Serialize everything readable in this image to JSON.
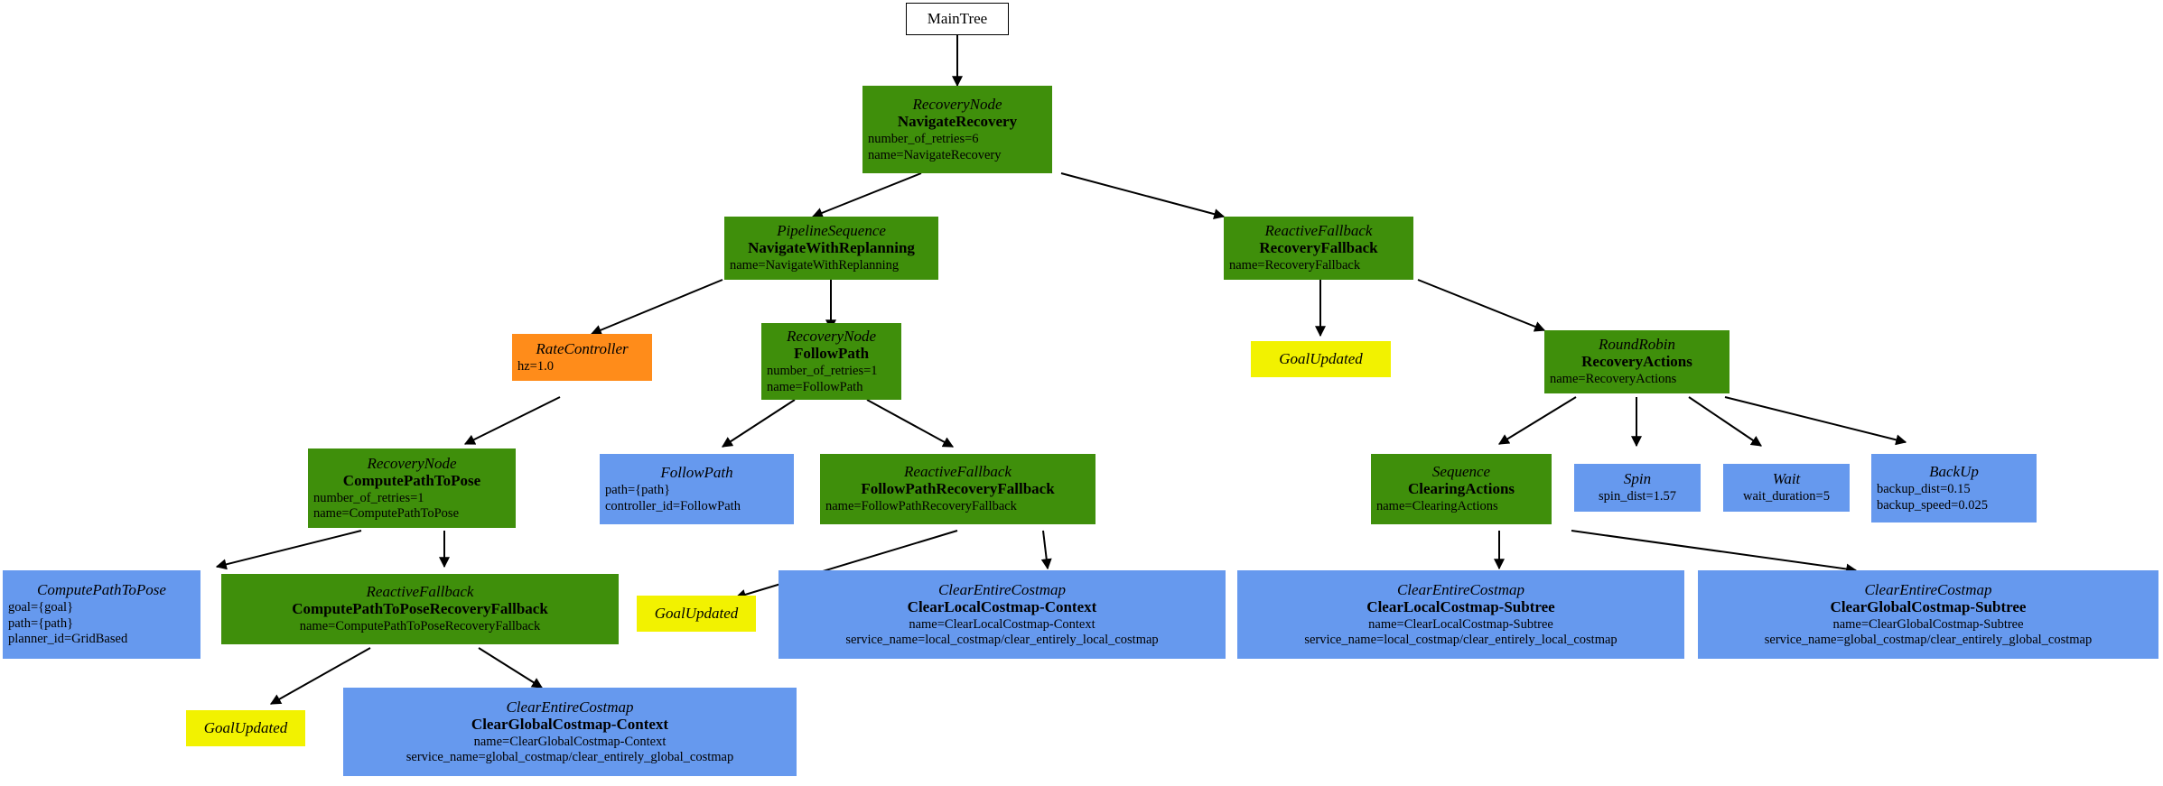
{
  "diagram": {
    "title": "Behavior Tree: MainTree",
    "colors": {
      "control_node": "#3f8f0b",
      "action_node": "#6699ee",
      "decorator_node": "#ff8c1a",
      "condition_node": "#f2f200",
      "root_node": "#ffffff",
      "edge": "#000000"
    }
  },
  "nodes": {
    "main_tree": {
      "label": "MainTree"
    },
    "navigate_recovery": {
      "type": "RecoveryNode",
      "name": "NavigateRecovery",
      "params": [
        "number_of_retries=6",
        "name=NavigateRecovery"
      ]
    },
    "navigate_with_replanning": {
      "type": "PipelineSequence",
      "name": "NavigateWithReplanning",
      "params": [
        "name=NavigateWithReplanning"
      ]
    },
    "recovery_fallback": {
      "type": "ReactiveFallback",
      "name": "RecoveryFallback",
      "params": [
        "name=RecoveryFallback"
      ]
    },
    "rate_controller": {
      "type": "RateController",
      "params": [
        "hz=1.0"
      ]
    },
    "follow_path_recovery_node": {
      "type": "RecoveryNode",
      "name": "FollowPath",
      "params": [
        "number_of_retries=1",
        "name=FollowPath"
      ]
    },
    "goal_updated_recovery": {
      "type": "GoalUpdated"
    },
    "recovery_actions": {
      "type": "RoundRobin",
      "name": "RecoveryActions",
      "params": [
        "name=RecoveryActions"
      ]
    },
    "compute_path_to_pose_recovery_node": {
      "type": "RecoveryNode",
      "name": "ComputePathToPose",
      "params": [
        "number_of_retries=1",
        "name=ComputePathToPose"
      ]
    },
    "follow_path_action": {
      "type": "FollowPath",
      "params": [
        "path={path}",
        "controller_id=FollowPath"
      ]
    },
    "follow_path_recovery_fallback": {
      "type": "ReactiveFallback",
      "name": "FollowPathRecoveryFallback",
      "params": [
        "name=FollowPathRecoveryFallback"
      ]
    },
    "clearing_actions": {
      "type": "Sequence",
      "name": "ClearingActions",
      "params": [
        "name=ClearingActions"
      ]
    },
    "spin": {
      "type": "Spin",
      "params": [
        "spin_dist=1.57"
      ]
    },
    "wait": {
      "type": "Wait",
      "params": [
        "wait_duration=5"
      ]
    },
    "backup": {
      "type": "BackUp",
      "params": [
        "backup_dist=0.15",
        "backup_speed=0.025"
      ]
    },
    "compute_path_to_pose_action": {
      "type": "ComputePathToPose",
      "params": [
        "goal={goal}",
        "path={path}",
        "planner_id=GridBased"
      ]
    },
    "compute_path_to_pose_recovery_fallback": {
      "type": "ReactiveFallback",
      "name": "ComputePathToPoseRecoveryFallback",
      "params": [
        "name=ComputePathToPoseRecoveryFallback"
      ]
    },
    "goal_updated_follow_path": {
      "type": "GoalUpdated"
    },
    "clear_local_costmap_context": {
      "type": "ClearEntireCostmap",
      "name": "ClearLocalCostmap-Context",
      "params": [
        "name=ClearLocalCostmap-Context",
        "service_name=local_costmap/clear_entirely_local_costmap"
      ]
    },
    "clear_local_costmap_subtree": {
      "type": "ClearEntireCostmap",
      "name": "ClearLocalCostmap-Subtree",
      "params": [
        "name=ClearLocalCostmap-Subtree",
        "service_name=local_costmap/clear_entirely_local_costmap"
      ]
    },
    "clear_global_costmap_subtree": {
      "type": "ClearEntireCostmap",
      "name": "ClearGlobalCostmap-Subtree",
      "params": [
        "name=ClearGlobalCostmap-Subtree",
        "service_name=global_costmap/clear_entirely_global_costmap"
      ]
    },
    "goal_updated_compute_path": {
      "type": "GoalUpdated"
    },
    "clear_global_costmap_context": {
      "type": "ClearEntireCostmap",
      "name": "ClearGlobalCostmap-Context",
      "params": [
        "name=ClearGlobalCostmap-Context",
        "service_name=global_costmap/clear_entirely_global_costmap"
      ]
    }
  }
}
